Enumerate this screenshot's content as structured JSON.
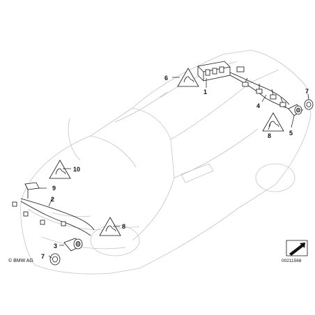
{
  "callouts": {
    "c1": "1",
    "c2": "2",
    "c3": "3",
    "c4": "4",
    "c5": "5",
    "c6": "6",
    "c7a": "7",
    "c7b": "7",
    "c8a": "8",
    "c8b": "8",
    "c9": "9",
    "c10": "10"
  },
  "footer": {
    "copyright": "© BMW AG",
    "reference": "00211568"
  },
  "icons": {
    "warning_triangle": "warning-triangle-icon",
    "copyright": "bmw-copyright-icon",
    "direction_arrow": "direction-arrow-icon"
  },
  "colors": {
    "line": "#111111",
    "vehicle": "#c4c4c4"
  }
}
